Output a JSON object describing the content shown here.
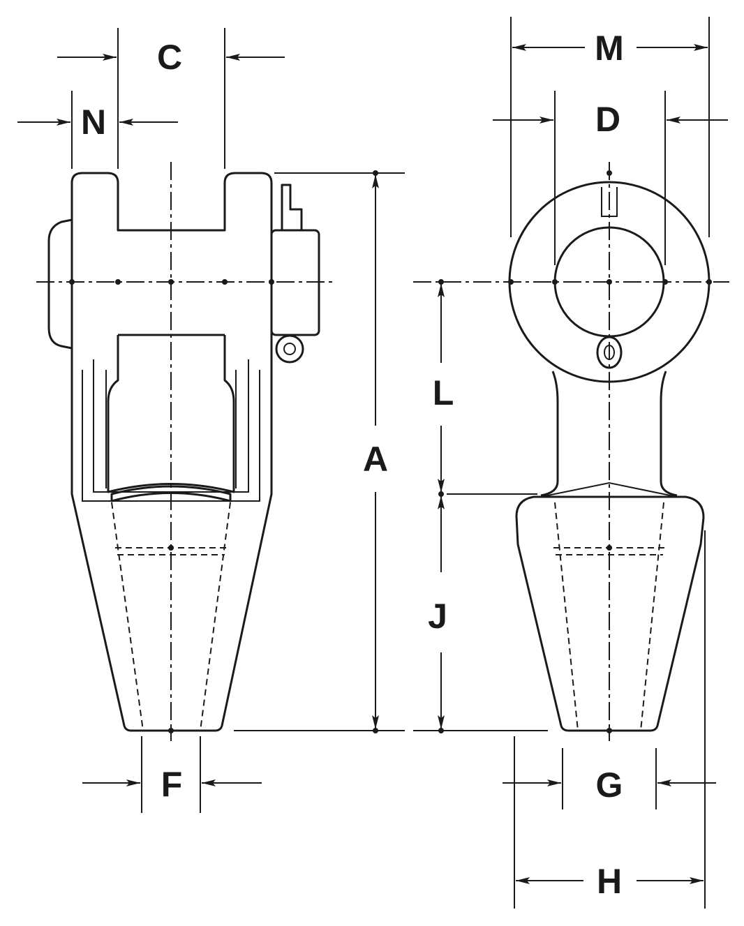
{
  "diagram": {
    "ink_color": "#1a1a1a",
    "background_color": "#ffffff",
    "dimension_labels": {
      "A": "A",
      "C": "C",
      "D": "D",
      "F": "F",
      "G": "G",
      "H": "H",
      "J": "J",
      "L": "L",
      "M": "M",
      "N": "N"
    }
  }
}
